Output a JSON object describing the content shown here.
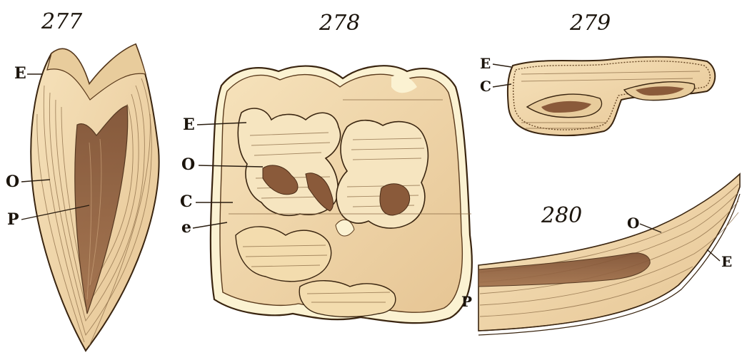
{
  "figures": {
    "fig277": {
      "number": "277",
      "labels": {
        "E": "E",
        "O": "O",
        "P": "P"
      }
    },
    "fig278": {
      "number": "278",
      "labels": {
        "E": "E",
        "O": "O",
        "C": "C",
        "e": "e"
      }
    },
    "fig279": {
      "number": "279",
      "labels": {
        "E": "E",
        "C": "C"
      }
    },
    "fig280": {
      "number": "280",
      "labels": {
        "O": "O",
        "E": "E",
        "P": "P"
      }
    }
  },
  "colors": {
    "paper": "#ffffff",
    "ivory": "#f3ddb4",
    "cream": "#fbf2d2",
    "enamel": "#e9cfa0",
    "pulp": "#8a5a3a",
    "ink": "#3a2510"
  }
}
